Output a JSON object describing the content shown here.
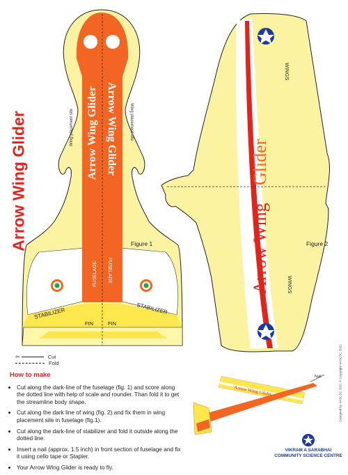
{
  "title": "Arrow Wing Glider",
  "figure1": {
    "label": "Figure 1",
    "wing_placement_left": "Wing placement site",
    "wing_placement_right": "Wing placement site",
    "fuselage_text_left": "Arrow Wing Glider",
    "fuselage_text_right": "Arrow Wing Glider",
    "fuselage_label_left": "FUSELAGE",
    "fuselage_label_right": "FUSELAGE",
    "stabilizer_left": "STABILIZER",
    "stabilizer_right": "STABILIZER",
    "fin_left": "FIN",
    "fin_right": "FIN"
  },
  "figure2": {
    "label": "Figure 2",
    "wings_top": "WINGS",
    "wings_bottom": "WINGS",
    "brand_a": "Arrow Wing",
    "brand_b": "Glider"
  },
  "legend": {
    "cut": "Cut",
    "fold": "Fold"
  },
  "how_to_make": {
    "heading": "How to make",
    "steps": [
      "Cut along the dark-line of the fuselage (fig. 1) and score along the dotted line with help of scale and rounder. Than fold it to get the streamline body shape.",
      "Cut along the dark line of wing (fig. 2) and fix them in wing placement site in fuselage (fig.1).",
      "Cut along the dark-line of stabilizer and fold it outside along the dotted line.",
      "Insert a nail (approx. 1.5 inch) in front section of fuselage and fix it using cello tape or Stapler.",
      "Your Arrow Wing Glider is ready to fly."
    ]
  },
  "model_photo": {
    "nail_label": "Nail",
    "brand_text": "Arrow Wing Glider"
  },
  "credit": "Designed by VASCSC 2021 © Copyright VASCSC 2021",
  "org": {
    "line1": "VIKRAM A SARABHAI",
    "line2": "COMMUNITY SCIENCE CENTRE"
  },
  "colors": {
    "orange": "#f26522",
    "yellow": "#fde74c",
    "pale_yellow": "#fff6a8",
    "red": "#e3241b",
    "navy": "#1d3a9c",
    "green": "#1aa64a"
  }
}
